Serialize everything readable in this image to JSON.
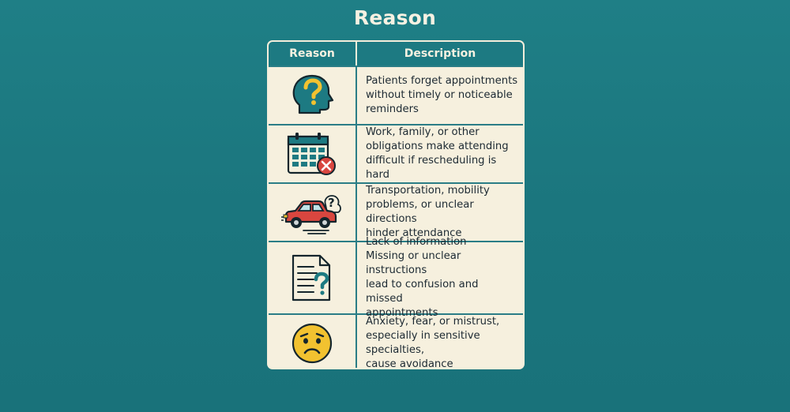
{
  "title": "Reason",
  "table": {
    "headers": {
      "reason": "Reason",
      "description": "Description"
    },
    "rows": [
      {
        "icon": "head-question-icon",
        "lines": [
          "Patients forget appointments",
          "without timely or noticeable",
          "reminders"
        ]
      },
      {
        "icon": "calendar-cancel-icon",
        "lines": [
          "Work, family, or other",
          "obligations make attending",
          "difficult if rescheduling is hard"
        ]
      },
      {
        "icon": "car-question-icon",
        "lines": [
          "Transportation, mobility",
          "problems, or unclear directions",
          "hinder attendance"
        ]
      },
      {
        "icon": "document-question-icon",
        "lines": [
          "Lack of information",
          "Missing or unclear instructions",
          "lead to confusion and missed",
          "appointments"
        ]
      },
      {
        "icon": "worried-face-icon",
        "lines": [
          "Anxiety, fear, or mistrust,",
          "especially in sensitive specialties,",
          "cause avoidance"
        ]
      }
    ]
  },
  "colors": {
    "background": "#1d7a82",
    "header": "#1d7a82",
    "cell": "#f6f0de",
    "accent_yellow": "#f2c230",
    "accent_red": "#d9463f"
  }
}
